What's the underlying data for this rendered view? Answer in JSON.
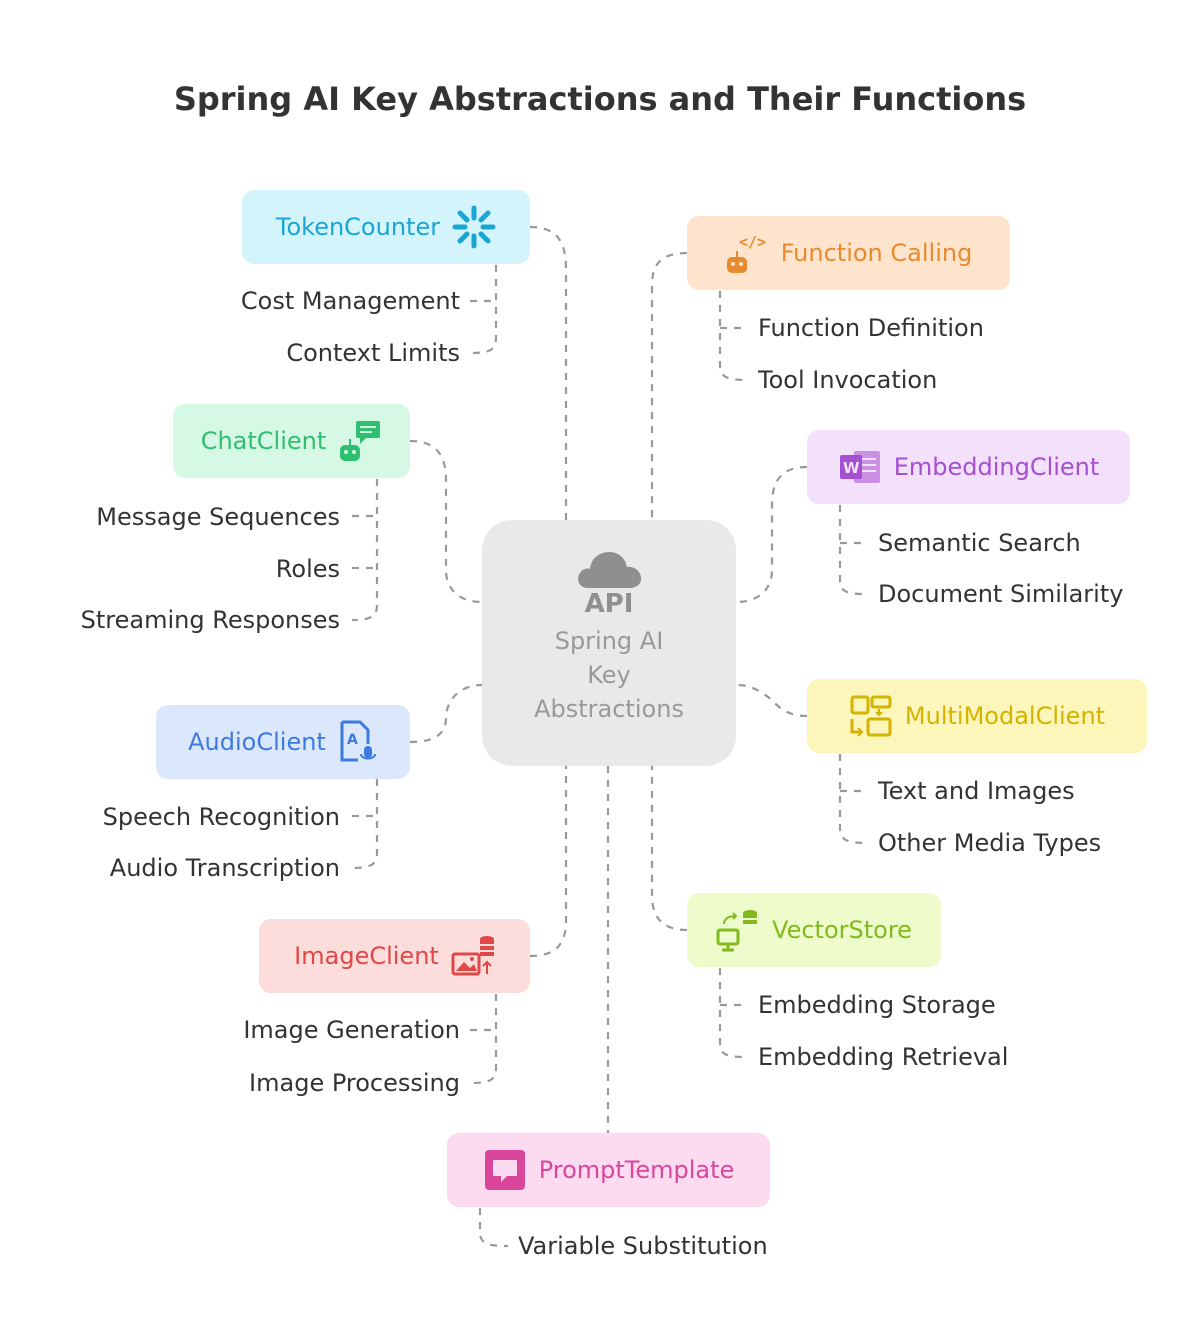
{
  "title": "Spring AI Key Abstractions and Their Functions",
  "center": {
    "icon_text": "API",
    "label_lines": [
      "Spring AI",
      "Key",
      "Abstractions"
    ],
    "icon": "cloud-api-icon"
  },
  "nodes": {
    "token_counter": {
      "label": "TokenCounter",
      "icon": "asterisk-burst-icon",
      "color": "#1ba5d2",
      "bg": "#d3f4fb",
      "children": [
        "Cost Management",
        "Context Limits"
      ]
    },
    "chat_client": {
      "label": "ChatClient",
      "icon": "robot-chat-icon",
      "color": "#2fbf71",
      "bg": "#d5f9e4",
      "children": [
        "Message Sequences",
        "Roles",
        "Streaming Responses"
      ]
    },
    "audio_client": {
      "label": "AudioClient",
      "icon": "audio-file-mic-icon",
      "color": "#3d7ae0",
      "bg": "#dbe8fc",
      "children": [
        "Speech Recognition",
        "Audio Transcription"
      ]
    },
    "image_client": {
      "label": "ImageClient",
      "icon": "image-database-icon",
      "color": "#e04848",
      "bg": "#fddcdc",
      "children": [
        "Image Generation",
        "Image Processing"
      ]
    },
    "prompt_template": {
      "label": "PromptTemplate",
      "icon": "chat-bubble-icon",
      "color": "#d9469b",
      "bg": "#fcdaf0",
      "children": [
        "Variable Substitution"
      ]
    },
    "function_calling": {
      "label": "Function Calling",
      "icon": "robot-code-icon",
      "color": "#e68a2e",
      "bg": "#ffe4cd",
      "children": [
        "Function Definition",
        "Tool Invocation"
      ]
    },
    "embedding_client": {
      "label": "EmbeddingClient",
      "icon": "word-document-icon",
      "color": "#a54fd1",
      "bg": "#f3e0fb",
      "children": [
        "Semantic Search",
        "Document Similarity"
      ]
    },
    "multimodal_client": {
      "label": "MultiModalClient",
      "icon": "layout-swap-icon",
      "color": "#d4b300",
      "bg": "#fdf6ba",
      "children": [
        "Text and Images",
        "Other Media Types"
      ]
    },
    "vector_store": {
      "label": "VectorStore",
      "icon": "computer-database-icon",
      "color": "#82b91e",
      "bg": "#eefccb",
      "children": [
        "Embedding Storage",
        "Embedding Retrieval"
      ]
    }
  }
}
